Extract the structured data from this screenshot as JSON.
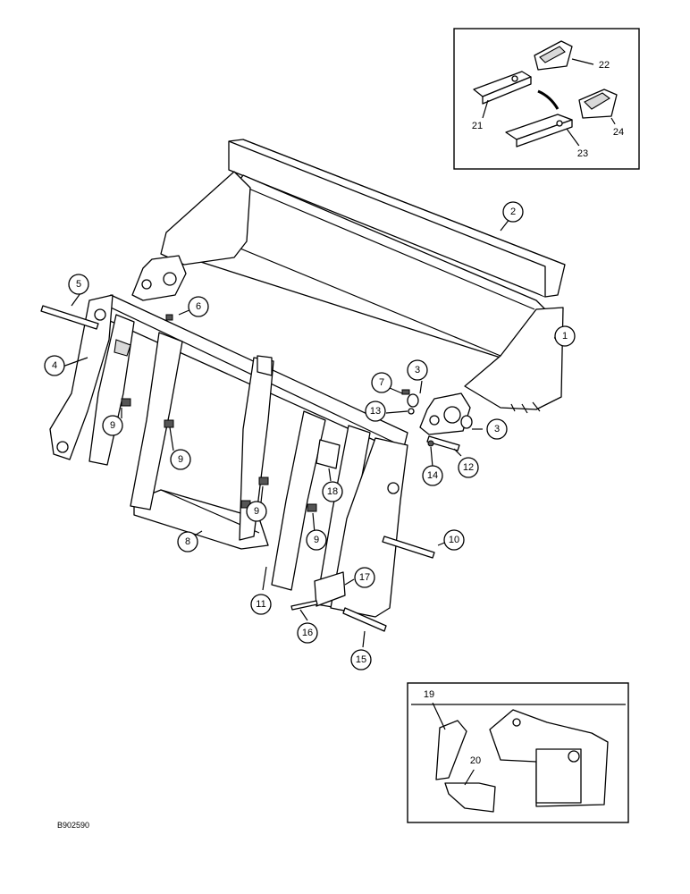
{
  "document_code": "B902590",
  "callouts": [
    "1",
    "2",
    "3",
    "3",
    "4",
    "5",
    "6",
    "7",
    "8",
    "9",
    "9",
    "9",
    "9",
    "10",
    "11",
    "12",
    "13",
    "14",
    "15",
    "16",
    "17",
    "18",
    "19",
    "20",
    "21",
    "22",
    "23",
    "24"
  ]
}
